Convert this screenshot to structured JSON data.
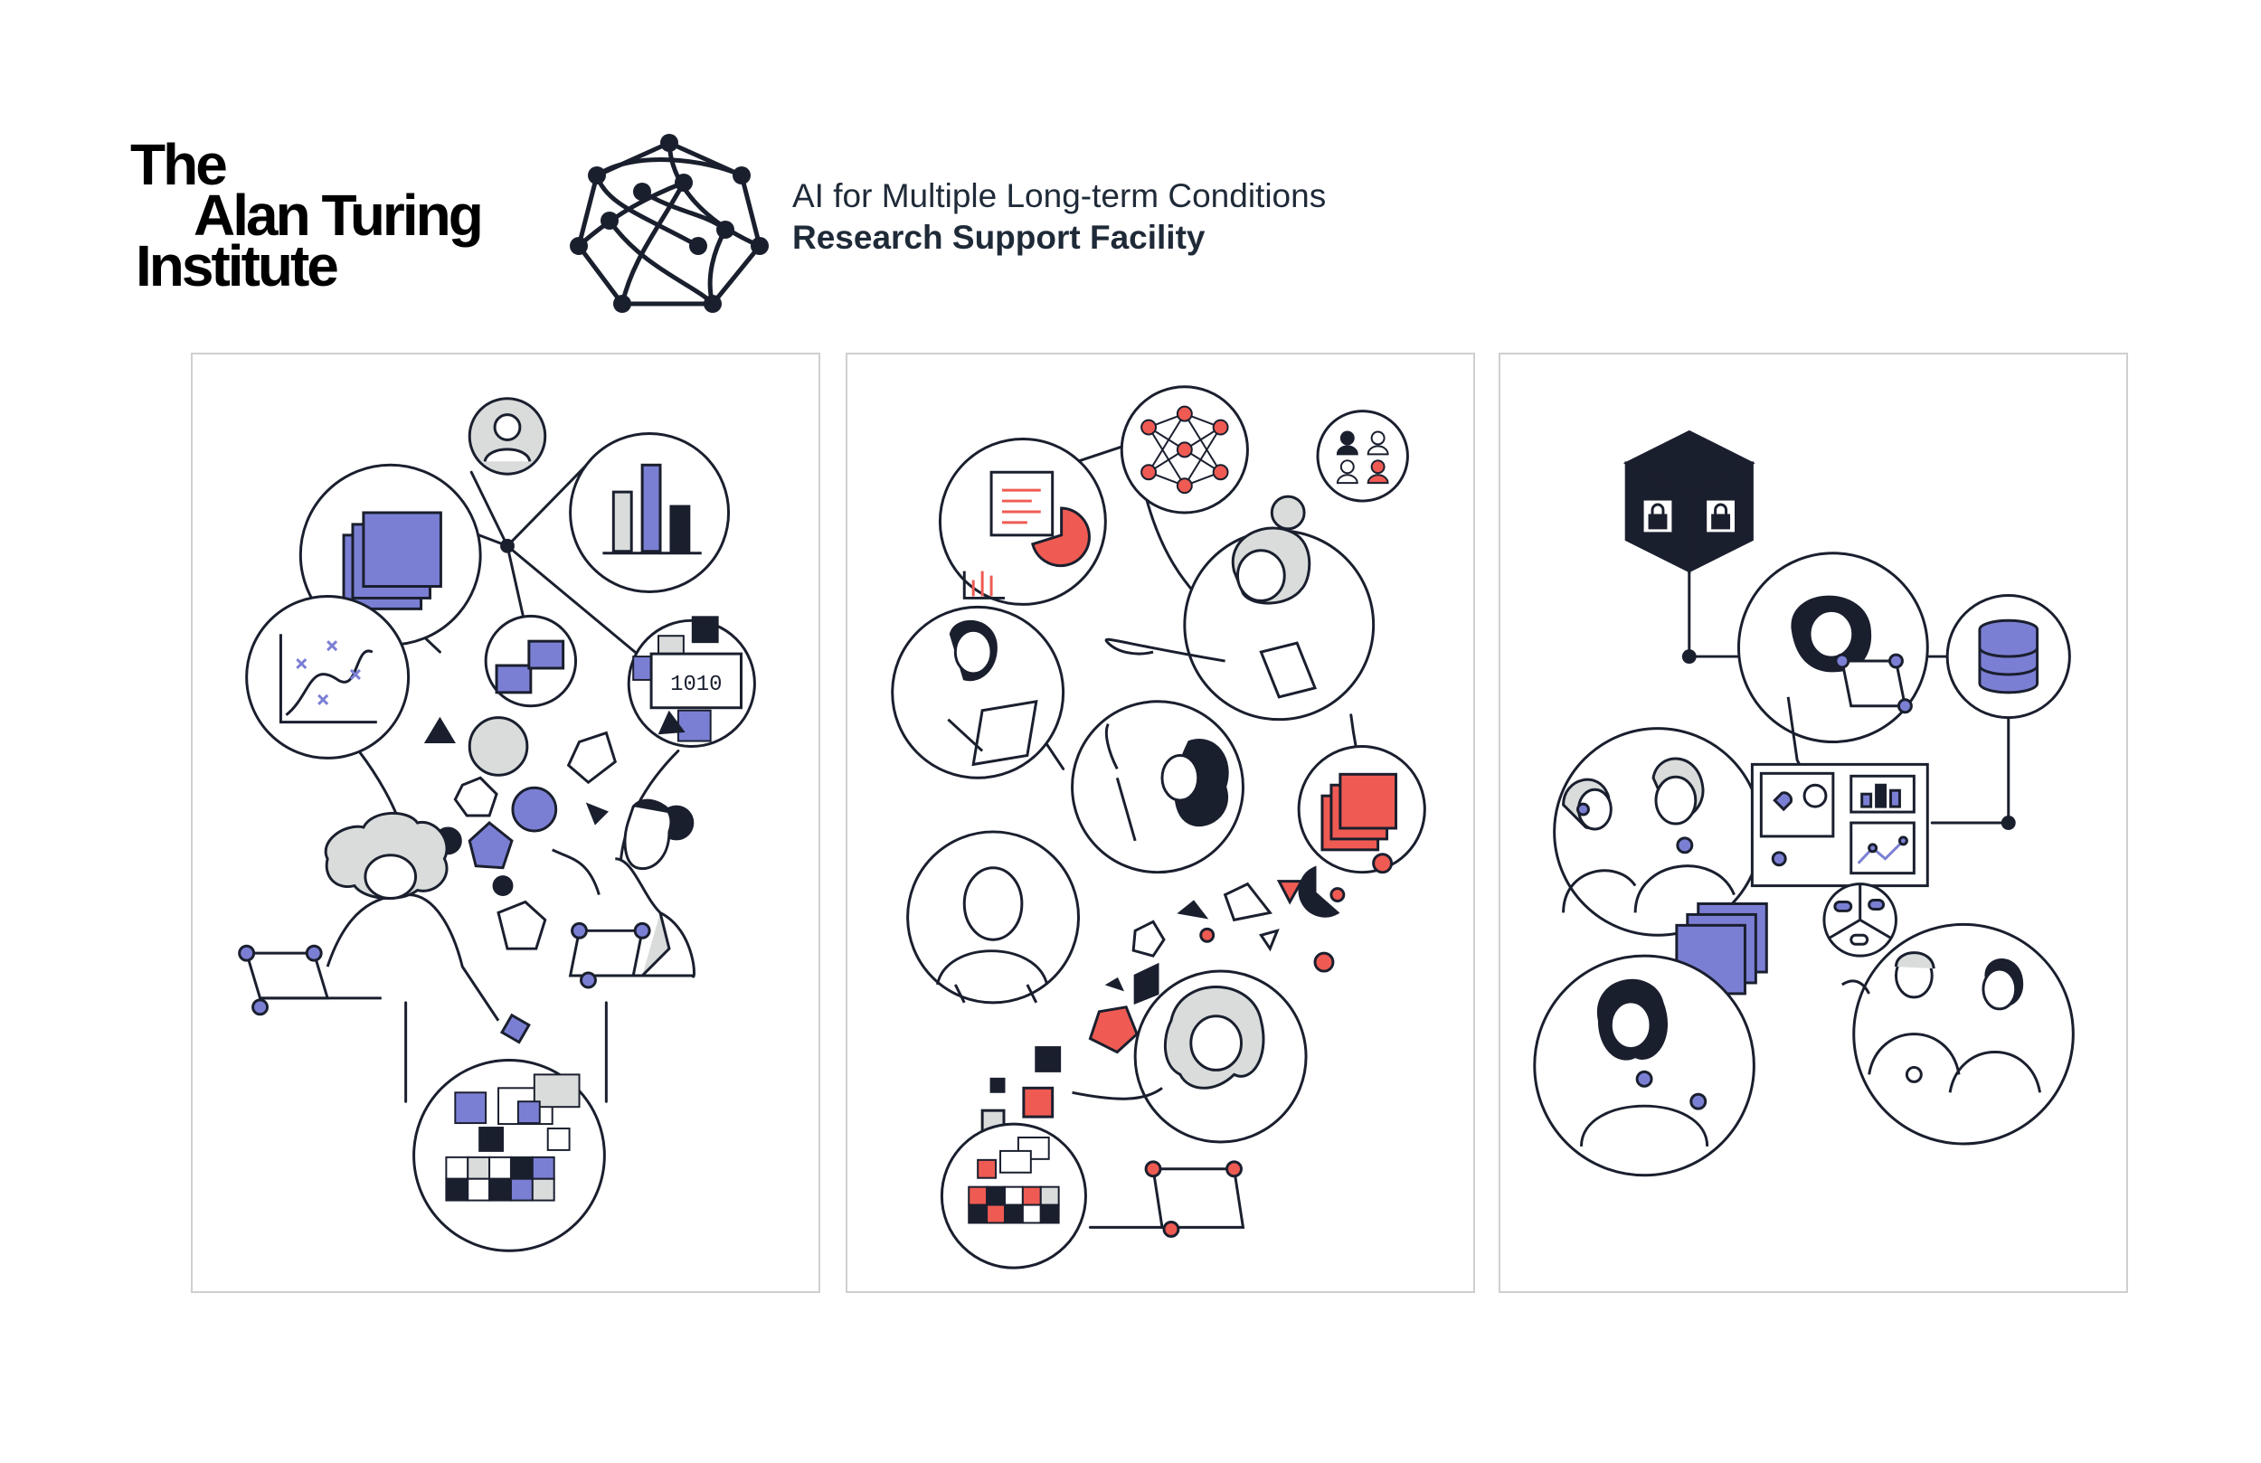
{
  "logo": {
    "lines": [
      "The",
      "Alan Turing",
      "Institute"
    ]
  },
  "facility": {
    "line1": "AI for Multiple Long-term Conditions",
    "line2": "Research Support Facility"
  },
  "colors": {
    "ink": "#1a1f2e",
    "purple": "#7b7fd4",
    "coral": "#ef5b53",
    "grey": "#d9dcdb",
    "border": "#cfcfcf"
  },
  "panels": [
    {
      "theme": "data-analysis-collaboration",
      "icons": [
        "user-icon",
        "layers-icon",
        "bar-chart-icon",
        "scatter-plot-icon",
        "database-icon",
        "binary-data-icon",
        "laptop-icon",
        "data-grid-icon"
      ]
    },
    {
      "theme": "research-community",
      "icons": [
        "report-chart-icon",
        "neural-network-icon",
        "people-group-icon",
        "layers-icon",
        "laptop-icon",
        "data-grid-icon"
      ]
    },
    {
      "theme": "secure-clinical-data",
      "icons": [
        "secure-box-icon",
        "database-icon",
        "dashboard-icon",
        "pills-icon",
        "layers-icon"
      ]
    }
  ]
}
